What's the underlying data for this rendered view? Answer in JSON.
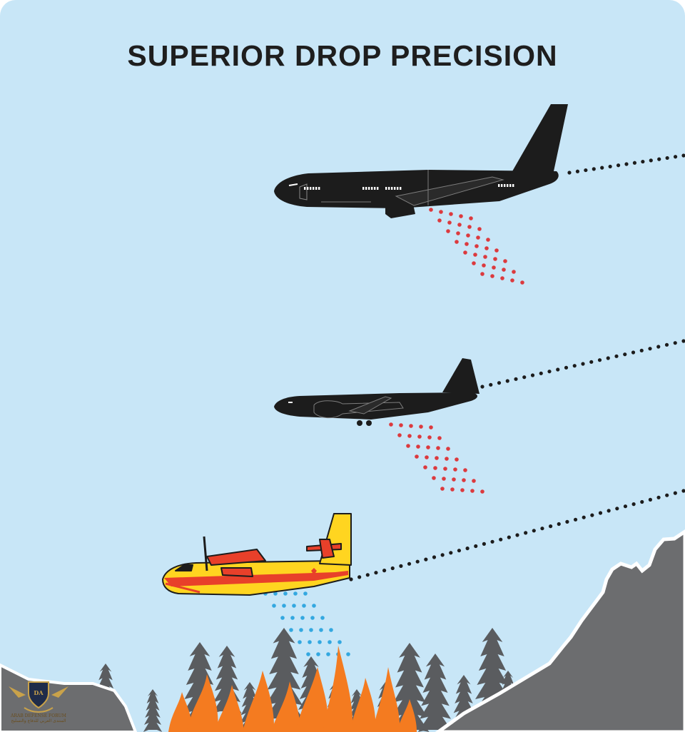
{
  "title": "SUPERIOR DROP PRECISION",
  "colors": {
    "sky": "#c8e6f7",
    "mountain": "#6c6d6f",
    "trees": "#5a5c5f",
    "flames": "#f47b20",
    "aircraft_dark": "#1c1c1c",
    "retardant_drops": "#dc3a3e",
    "water_drops": "#34a8e0",
    "amphibian_yellow": "#ffd520",
    "amphibian_red": "#e8402a",
    "flight_path_dots": "#1c1c1c"
  },
  "aircraft": [
    {
      "role": "large jet airtanker",
      "icon": "jet-airliner-icon",
      "drop": "retardant"
    },
    {
      "role": "four-engine prop airtanker",
      "icon": "turboprop-airtanker-icon",
      "drop": "retardant"
    },
    {
      "role": "amphibious water bomber",
      "icon": "amphibious-waterbomber-icon",
      "drop": "water"
    }
  ],
  "watermark": {
    "logo_icon": "arab-defense-forum-shield-icon",
    "text_en": "ARAB DEFENSE FORUM",
    "text_ar": "المنتدى العربي للدفاع والتسليح"
  }
}
